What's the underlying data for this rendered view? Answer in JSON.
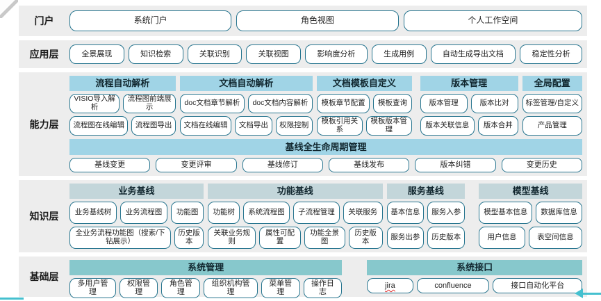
{
  "colors": {
    "band_bg": "#ededed",
    "capability_header": "#a0d4e6",
    "knowledge_header": "#c3d6da",
    "foundation_header": "#87c8cc",
    "pill_border": "#27758f",
    "accent_line": "#45c0cf",
    "misspell": "#e03131"
  },
  "spellcheck_marked": [
    "jira"
  ],
  "layers": [
    {
      "id": "portal",
      "label": "门户",
      "buttons": [
        "系统门户",
        "角色视图",
        "个人工作空间"
      ]
    },
    {
      "id": "application",
      "label": "应用层",
      "buttons": [
        "全景展现",
        "知识检索",
        "关联识别",
        "关联视图",
        "影响度分析",
        "生成用例",
        "自动生成导出文档",
        "稳定性分析"
      ]
    },
    {
      "id": "capability",
      "label": "能力层",
      "groups": [
        {
          "id": "process-auto-parse",
          "header": "流程自动解析",
          "rows": [
            [
              "VISIO导入解析",
              "流程图前端展示"
            ],
            [
              "流程图在线编辑",
              "流程图导出"
            ]
          ]
        },
        {
          "id": "doc-auto-parse",
          "header": "文档自动解析",
          "rows": [
            [
              "doc文档章节解析",
              "doc文档内容解析"
            ],
            [
              "文档在线编辑",
              "文档导出",
              "权限控制"
            ]
          ]
        },
        {
          "id": "doc-template-custom",
          "header": "文档模板自定义",
          "rows": [
            [
              "模板章节配置",
              "模板查询"
            ],
            [
              "模板引用关系",
              "模板版本管理"
            ]
          ]
        },
        {
          "id": "version-management",
          "header": "版本管理",
          "rows": [
            [
              "版本管理",
              "版本比对"
            ],
            [
              "版本关联信息",
              "版本合并"
            ]
          ]
        },
        {
          "id": "global-config",
          "header": "全局配置",
          "rows": [
            [
              "标签管理/自定义"
            ],
            [
              "产品管理"
            ]
          ]
        }
      ],
      "subband": {
        "id": "baseline-lifecycle",
        "header": "基线全生命周期管理",
        "buttons": [
          "基线变更",
          "变更评审",
          "基线修订",
          "基线发布",
          "版本纠错",
          "变更历史"
        ]
      }
    },
    {
      "id": "knowledge",
      "label": "知识层",
      "groups": [
        {
          "id": "business-baseline",
          "header": "业务基线",
          "rows": [
            [
              "业务基线树",
              "业务流程图",
              "功能图"
            ],
            [
              "全业务流程功能图（搜索/下钻展示）",
              "历史版本"
            ]
          ]
        },
        {
          "id": "function-baseline",
          "header": "功能基线",
          "rows": [
            [
              "功能树",
              "系统流程图",
              "子流程管理",
              "关联服务"
            ],
            [
              "关联业务规则",
              "属性可配置",
              "功能全景图",
              "历史版本"
            ]
          ]
        },
        {
          "id": "service-baseline",
          "header": "服务基线",
          "rows": [
            [
              "基本信息",
              "服务入参"
            ],
            [
              "服务出参",
              "历史版本"
            ]
          ]
        },
        {
          "id": "model-baseline",
          "header": "模型基线",
          "rows": [
            [
              "模型基本信息",
              "数据库信息"
            ],
            [
              "用户信息",
              "表空间信息"
            ]
          ]
        }
      ]
    },
    {
      "id": "foundation",
      "label": "基础层",
      "groups": [
        {
          "id": "system-management",
          "header": "系统管理",
          "rows": [
            [
              "多用户管理",
              "权限管理",
              "角色管理",
              "组织机构管理",
              "菜单管理",
              "操作日志"
            ]
          ]
        },
        {
          "id": "system-interface",
          "header": "系统接口",
          "rows": [
            [
              "jira",
              "confluence",
              "接口自动化平台"
            ]
          ]
        }
      ]
    }
  ]
}
